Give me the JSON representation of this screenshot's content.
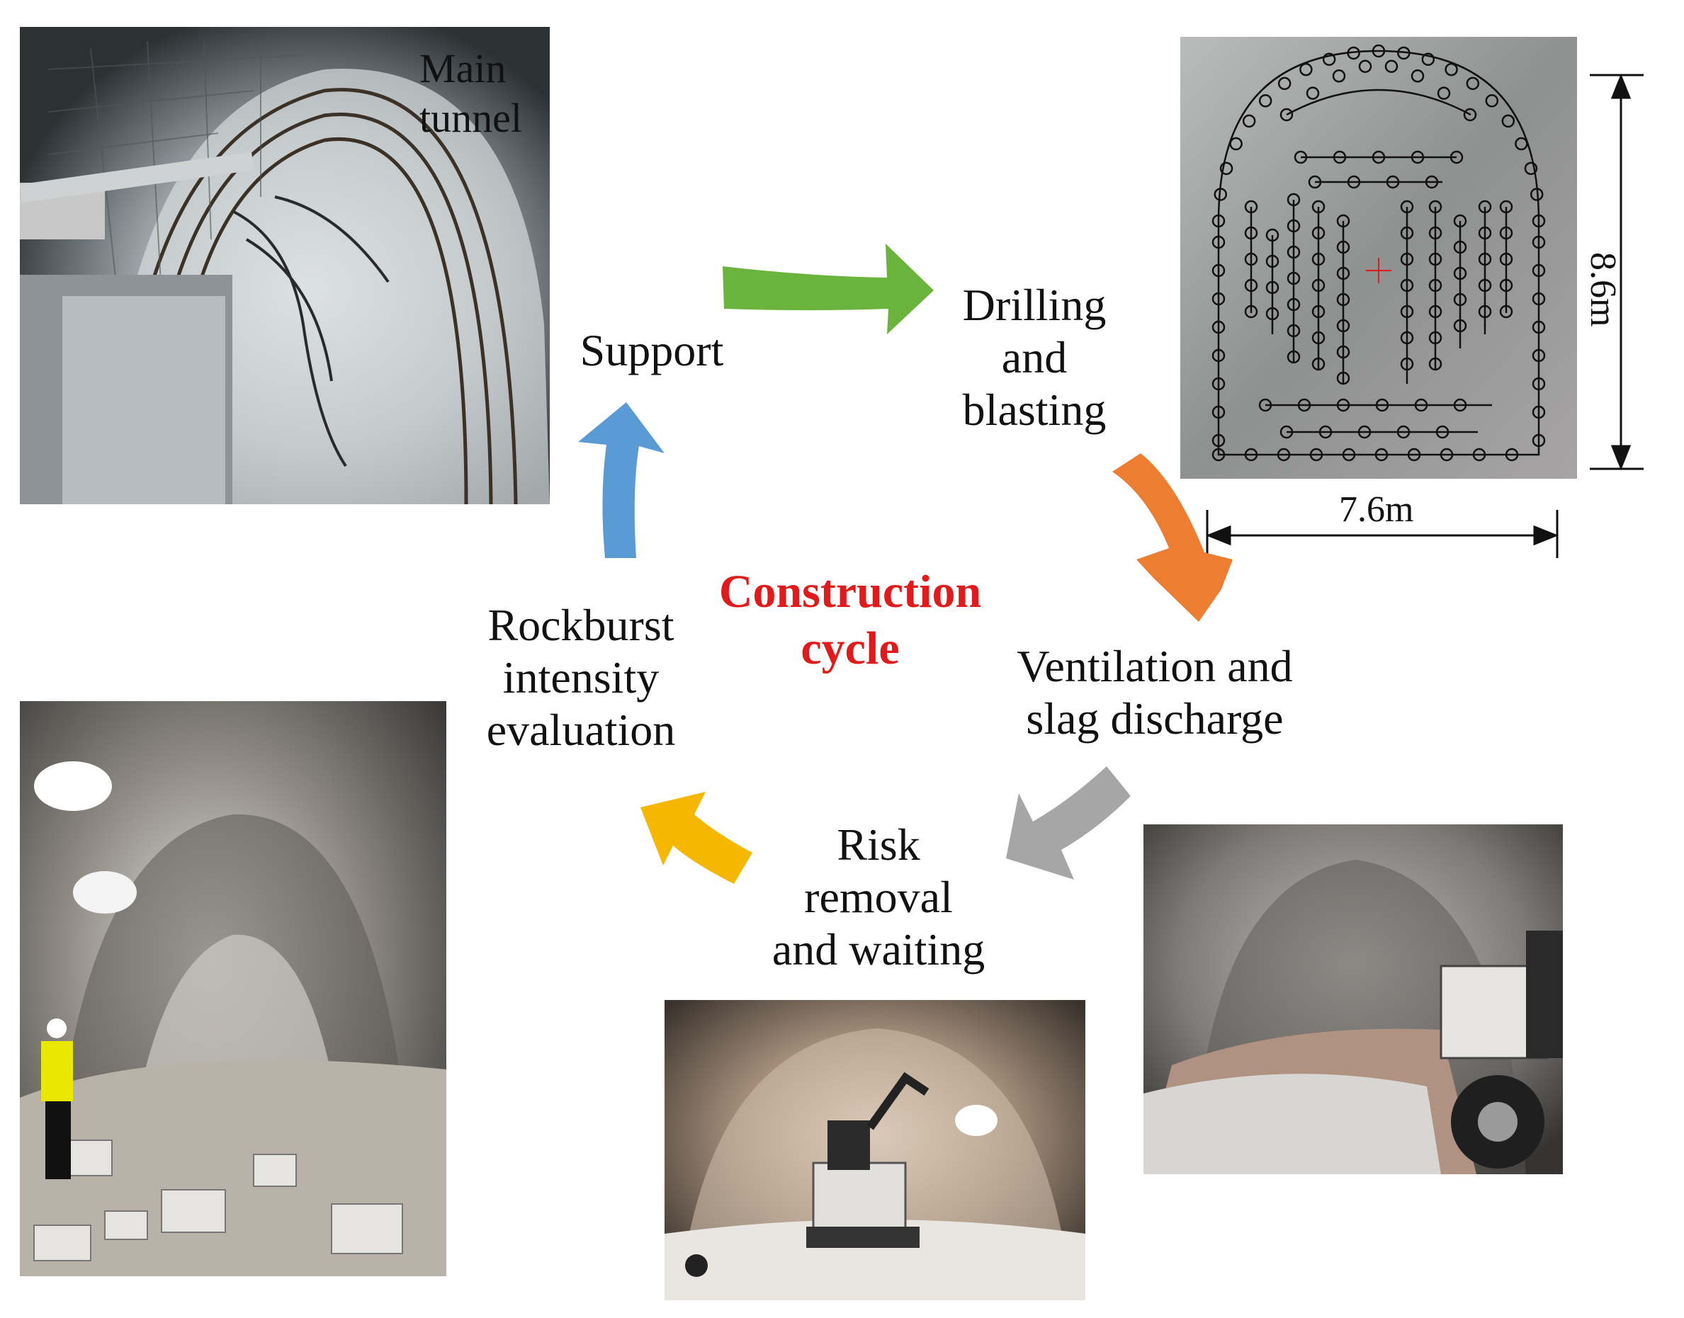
{
  "title": {
    "line1": "Construction",
    "line2": "cycle",
    "color": "#e11b1b"
  },
  "stages": {
    "support": "Support",
    "drilling": {
      "line1": "Drilling",
      "line2": "and",
      "line3": "blasting"
    },
    "ventilation": {
      "line1": "Ventilation and",
      "line2": "slag discharge"
    },
    "risk": {
      "line1": "Risk",
      "line2": "removal",
      "line3": "and waiting"
    },
    "rockburst": {
      "line1": "Rockburst",
      "line2": "intensity",
      "line3": "evaluation"
    }
  },
  "photos": {
    "main_tunnel": {
      "label_line1": "Main",
      "label_line2": "tunnel"
    }
  },
  "blast_pattern": {
    "width_label": "7.6m",
    "height_label": "8.6m"
  },
  "arrow_colors": {
    "green": "#6ab43e",
    "orange": "#ed7d31",
    "gray": "#a6a6a6",
    "yellow": "#f5b700",
    "blue": "#5b9bd5"
  }
}
